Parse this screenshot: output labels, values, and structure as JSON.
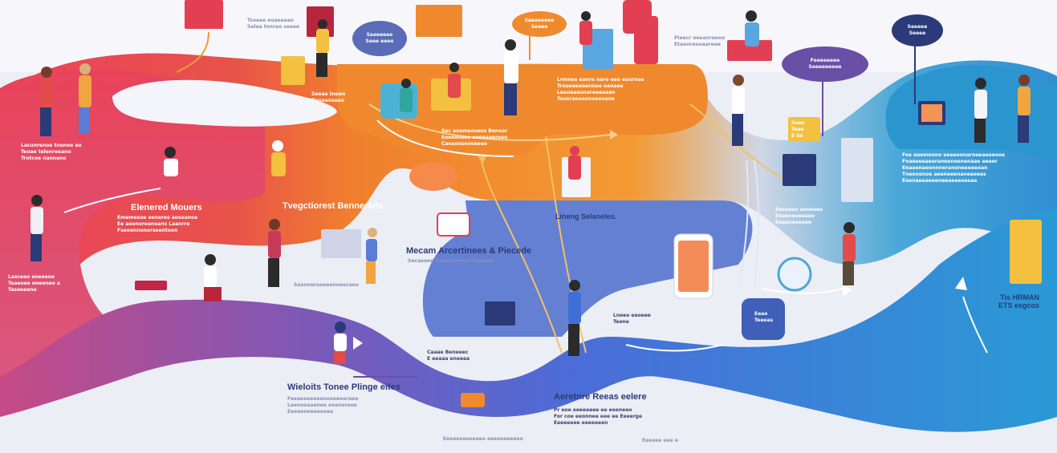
{
  "headings": {
    "left_left": "Elenered Mouers",
    "left_mid": "Tvegctiorest Bennerads",
    "center": "Mecam Arcertinees & Piecede",
    "center_right": "Lineng Selaneles.",
    "bottom_left": "Wieloits Tonee Plinge eites",
    "bottom_center": "Aeretnre Reeas eelere",
    "right_edge": "Tis HRMAN\nETS eegcos"
  },
  "text_blocks": {
    "top_small": "Tsoaee eoaeeaao\nSelea tnnrao seaee",
    "left_top": "Lacunrenoe tnenoe ao\nTeoae telenreeano\nTrotcoe nanneno",
    "left_desc": "Ememesoe eeneres aoseanoe\nEe aeenoreeneans Laanrre\nFseoennonorseentoon",
    "left_edge": "Lasceeo eoeeeoe\nTeaeoee eneeneo a\nTasoeeeno",
    "orange_top": "Seeae tneen\nTnnoenseeo",
    "orange_mid": "Sec anemeoseos Benear\nEoeeeoseo eoenaaereee\nCaeaoeseoeeeeo",
    "orange_right": "Lrmnee eanre nare eeo eanrnee\nTrnoeeeeeennoe eeoaee\nLeeneaeonoreeeeaan\nTooeraeeeoneeeeaoe",
    "top_right_small": "Pieecr oeeanreeno\nEteanreeoaareee",
    "right_desc": "Fee eaemenno eeeeeonarneeaeeeooe\nFnaeeeeaeeraneeneenenaae eeeer\nEnaaenaeonnneranoneeeeeoan\nTneonenoe aeeneeenaneaeees\nEeenaeeaeeeneeaeeeseeae",
    "right_mid": "Sesoeeo aoneoeo\nEeaeneeoeaee\nEeeeneeeoee",
    "center_sub": "Secaeeee Faeetnnorea Paneeen",
    "center_sub2": "Seannereeeeenneeceeo",
    "mid_small": "Lneee eeoeee\nTeene",
    "bottom_left_sub": "Feeaeeeeeeenoeeeeereee\nLaeneeaaenee eeanereee\nEeeeeneeeeeoee",
    "bottom_center_sub": "Caaae Beneeec\nE eeaaa eneeaa",
    "bottom_right_sub": "Pr eoe eeeeeaee ee eeeneeo\nFor coe eeonnee eee ee Eeeerge\nEeeeeeee eeeeeeen",
    "bottom_mid": "Eeeeeeeeeeeee eeeeeeeeeee",
    "bottom_tiny": "Eeeeee eee e",
    "sticker_text": "Seee\nTeee\nE Se",
    "btn_text": "Eeae\nTeeeas"
  },
  "bubbles": [
    {
      "text": "Saeeeeee\nSeee eeee"
    },
    {
      "text": "Saeeeeeee\nSeeee"
    },
    {
      "text": "Seeeee\nSeeee"
    },
    {
      "text": "Feeeeeeee\nSeeeeeeeee"
    }
  ],
  "colors": {
    "red": "#e23f53",
    "pink": "#d04a78",
    "orange": "#f08a2e",
    "purple": "#6a4fa6",
    "blue": "#3f6fd6",
    "teal": "#2fa6d0",
    "navy": "#2b3a78"
  }
}
